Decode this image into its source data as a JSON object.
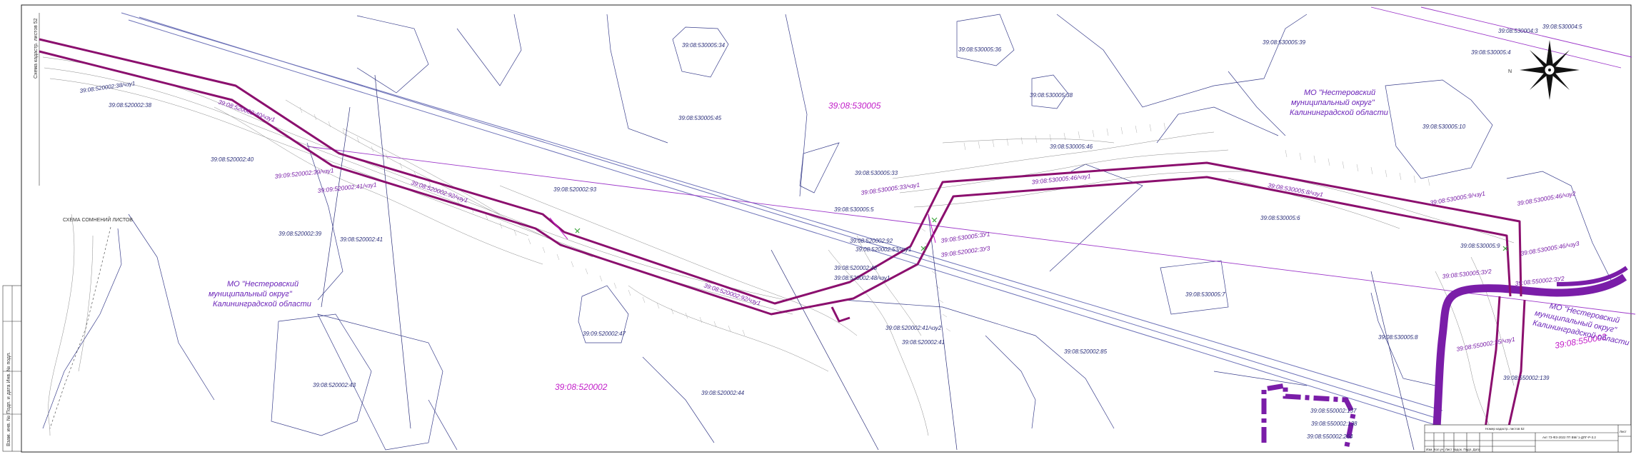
{
  "map": {
    "scheme_caption": "СХЕМА СОМНЕНИЙ ЛИСТОВ",
    "frame_side_text": "Взам. инв. №    Подп. и дата    Инв. № подл.",
    "stamp_caption": "Номер кадастр. листов 52",
    "stamp_title": "Акт 73-ФЗ-2022 ГП ВМ/ 1-ДПГ-Р-3.2",
    "stamp_cols": "Изм. Кол.уч. Лист №док. Подп. Дата",
    "stamp_sheet": "Лист",
    "colors": {
      "route": "#8b0f6e",
      "parcel_text": "#2b2f7a",
      "quarter_text": "#c21ec9",
      "mo_text": "#6a22b8",
      "rail": "#6e73b8"
    },
    "municipal": [
      [
        "МО \"Нестеровский",
        "муниципальный округ\"",
        "Калининградской области"
      ],
      [
        "МО \"Нестеровский",
        "муниципальный округ\"",
        "Калининградской области"
      ],
      [
        "МО \"Нестеровский",
        "муниципальный округ\"",
        "Калининградской области"
      ]
    ],
    "quarters": [
      "39:08:530005",
      "39:08:520002",
      "39:08:550002"
    ],
    "parcels": [
      "39:08:520002:38/чзу1",
      "39:08:520002:38",
      "39:08:520002:40/чзу1",
      "39:08:520002:40",
      "39:09:520002:39/чзу1",
      "39:09:520002:41/чзу1",
      "39:08:520002:92/чзу1",
      "39:08:520002:93",
      "39:08:520002:39",
      "39:08:520002:41",
      "39:09:520002:47",
      "39:08:520002:43",
      "39:08:520002:44",
      "39:08:520002:92/чзу1",
      "39:08:530005:34",
      "39:08:530005:45",
      "39:08:530005:36",
      "39:08:530005:38",
      "39:08:530005:39",
      "39:08:530005:33",
      "39:08:530005:33/чзу1",
      "39:08:530005:5",
      "39:08:520002:92",
      "39:08:520002:53/чзу1",
      "39:08:520002:48",
      "39:08:520002:48/чзу1",
      "39:08:530005:ЗУ1",
      "39:08:520002:ЗУ3",
      "39:08:520002:41/чзу2",
      "39:08:520002:41",
      "39:08:520002:85",
      "39:08:530005:46",
      "39:08:530005:46/чзу1",
      "39:08:530005:8/чзу1",
      "39:08:530005:6",
      "39:08:530005:7",
      "39:08:530005:9/чзу1",
      "39:08:530005:46/чзу2",
      "39:08:530005:46/чзу3",
      "39:08:530005:9",
      "39:08:530005:ЗУ2",
      "39:08:550002:ЗУ2",
      "39:08:530005:8",
      "39:08:550002:35/чзу1",
      "39:08:550002:139",
      "39:08:550002:137",
      "39:08:550002:138",
      "39:08:550002:264",
      "39:08:530004:3",
      "39:08:530004:5",
      "39:08:530005:4",
      "39:08:530005:10"
    ]
  }
}
